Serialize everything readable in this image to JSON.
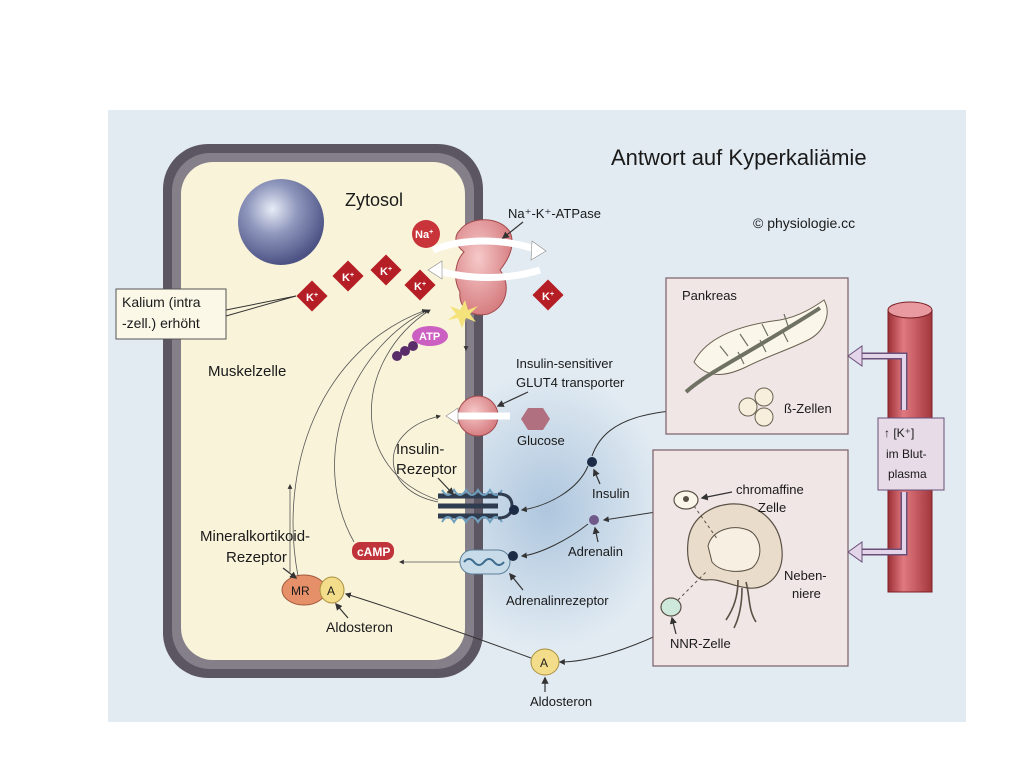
{
  "title": "Antwort auf Kyperkaliämie",
  "copyright": "© physiologie.cc",
  "cell": {
    "cytosol_label": "Zytosol",
    "muscle_cell_label": "Muskelzelle",
    "potassium_box": [
      "Kalium (intra",
      "-zell.) erhöht"
    ],
    "na_label": "Na",
    "na_sup": "+",
    "k_label": "K",
    "k_sup": "+",
    "atp_label": "ATP",
    "camp_label": "cAMP",
    "mr_label": "MR",
    "a_label": "A",
    "insulin_receptor_label": [
      "Insulin-",
      "Rezeptor"
    ],
    "mineral_receptor_label": [
      "Mineralkortikoid-",
      "Rezeptor"
    ],
    "aldosteron_inside": "Aldosteron"
  },
  "membrane": {
    "atpase_label": "Na⁺-K⁺-ATPase",
    "glut4_label": [
      "Insulin-sensitiver",
      "GLUT4 transporter"
    ],
    "glucose_label": "Glucose",
    "insulin_label": "Insulin",
    "adrenalin_label": "Adrenalin",
    "adrenalin_receptor_label": "Adrenalinrezeptor",
    "aldosteron_outside": "Aldosteron"
  },
  "pancreas": {
    "title": "Pankreas",
    "beta_cells": "ß-Zellen"
  },
  "adrenal": {
    "chromaffin": [
      "chromaffine",
      "Zelle"
    ],
    "gland": [
      "Neben-",
      "niere"
    ],
    "nnr_cell": "NNR-Zelle"
  },
  "blood": {
    "label": [
      "↑ [K⁺]",
      "im Blut-",
      "plasma"
    ]
  },
  "colors": {
    "background": "#e2ebf2",
    "cytosol": "#f8f3d9",
    "membrane": "#5c5662",
    "ion_red": "#b51e24",
    "panel": "#f1e6e6",
    "vessel": "#c74a52"
  }
}
